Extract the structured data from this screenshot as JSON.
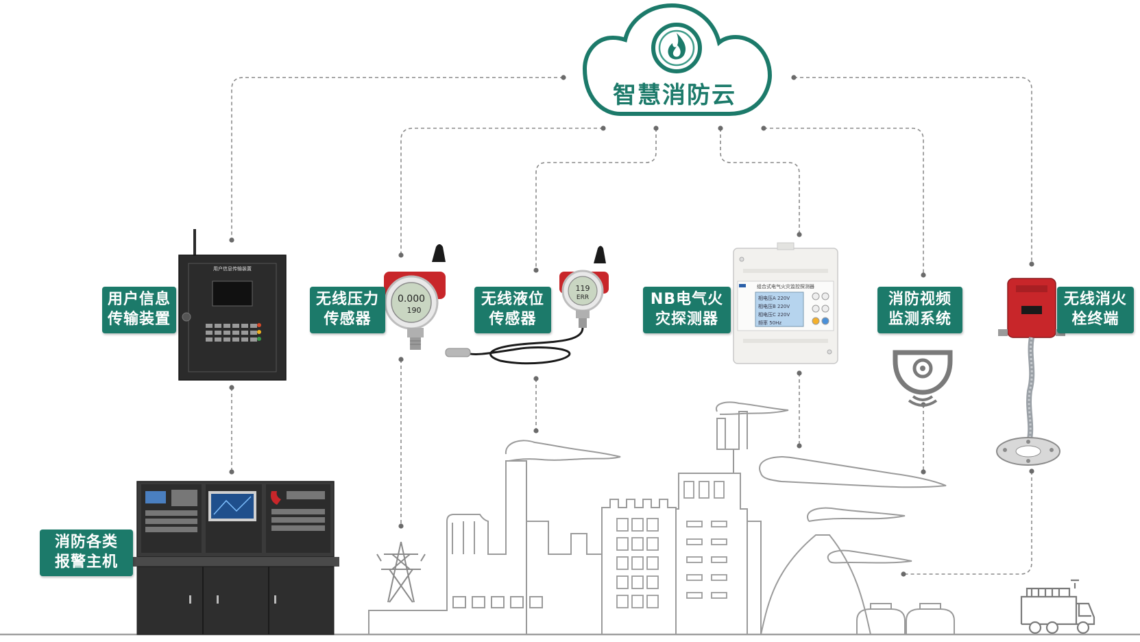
{
  "cloud": {
    "title": "智慧消防云",
    "icon": "fire-icon"
  },
  "colors": {
    "brand": "#1c7a6a",
    "line": "#8a8a8a",
    "device_red": "#c8262a",
    "panel_dark": "#2b2b2b"
  },
  "nodes": {
    "user_info": {
      "line1": "用户信息",
      "line2": "传输装置"
    },
    "pressure": {
      "line1": "无线压力",
      "line2": "传感器"
    },
    "level": {
      "line1": "无线液位",
      "line2": "传感器"
    },
    "electric": {
      "line1": "NB电气火",
      "line2": "灾探测器"
    },
    "video": {
      "line1": "消防视频",
      "line2": "监测系统"
    },
    "hydrant": {
      "line1": "无线消火",
      "line2": "栓终端"
    },
    "alarm_host": {
      "line1": "消防各类",
      "line2": "报警主机"
    }
  },
  "devices": {
    "user_info_panel_title": "用户信息传输装置",
    "pressure_display": [
      "0.000",
      "190"
    ],
    "level_display": [
      "119",
      "ERR"
    ],
    "electric_module_title": "组合式电气火灾监控探测器",
    "electric_screen_lines": [
      "相电压A 220V",
      "相电压B 220V",
      "相电压C 220V",
      "频率 50Hz"
    ]
  }
}
